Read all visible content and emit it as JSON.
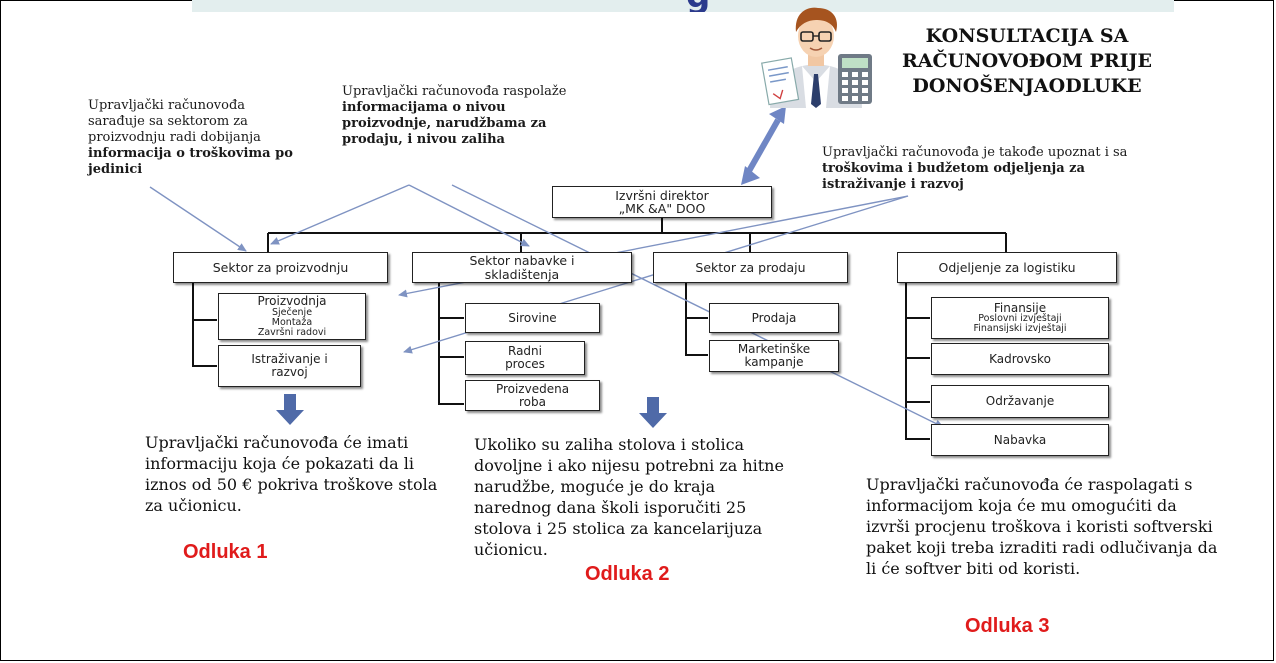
{
  "banner": {
    "glyph": "g"
  },
  "heading": {
    "lines": [
      "KONSULTACIJA SA",
      "RAČUNOVOĐOM PRIJE",
      "DONOŠENJAODLUKE"
    ]
  },
  "notes": {
    "note1": {
      "pre": "Upravljački računovođa sarađuje sa sektorom za proizvodnju radi dobijanja ",
      "bold": "informacija o troškovima po jedinici"
    },
    "note2": {
      "pre": "Upravljački računovođa raspolaže ",
      "bold": "informacijama o nivou proizvodnje, narudžbama za prodaju, i nivou zaliha"
    },
    "note3": {
      "pre": "Upravljački računovođa je takođe upoznat i sa ",
      "bold": "troškovima i budžetom odjeljenja za istraživanje i razvoj"
    }
  },
  "org": {
    "director": {
      "line1": "Izvršni direktor",
      "line2": "„MK &A\" DOO"
    },
    "sectors": {
      "proizvodnja": {
        "label": "Sektor za proizvodnju",
        "proizvodnja": {
          "title": "Proizvodnja",
          "sub": [
            "Sječenje",
            "Montaža",
            "Završni radovi"
          ]
        },
        "istrazivanje": {
          "line1": "Istraživanje i",
          "line2": "razvoj"
        }
      },
      "nabavka": {
        "line1": "Sektor nabavke i",
        "line2": "skladištenja",
        "sirovine": "Sirovine",
        "radni": {
          "line1": "Radni",
          "line2": "proces"
        },
        "proizvedena": {
          "line1": "Proizvedena",
          "line2": "roba"
        }
      },
      "prodaja": {
        "label": "Sektor za prodaju",
        "prodaja": "Prodaja",
        "marketing": {
          "line1": "Marketinške",
          "line2": "kampanje"
        }
      },
      "logistika": {
        "label": "Odjeljenje za logistiku",
        "finansije": {
          "title": "Finansije",
          "sub": [
            "Poslovni izvještaji",
            "Finansijski izvještaji"
          ]
        },
        "kadrovsko": "Kadrovsko",
        "odrzavanje": "Održavanje",
        "nabavka": "Nabavka"
      }
    }
  },
  "outcomes": {
    "o1": {
      "text": "Upravljački računovođa će imati informaciju koja će pokazati da li iznos od 50 € pokriva troškove stola za učionicu.",
      "decision": "Odluka 1"
    },
    "o2": {
      "text": "Ukoliko su zaliha stolova i stolica dovoljne i ako nijesu potrebni za hitne narudžbe, moguće je do kraja narednog dana školi isporučiti 25 stolova i 25 stolica za kancelarijuza učionicu.",
      "decision": "Odluka 2"
    },
    "o3": {
      "text": "Upravljački računovođa će raspolagati s informacijom koja će mu omogućiti da izvrši procjenu troškova i koristi softverski paket koji treba izraditi radi odlučivanja da li će softver biti od koristi.",
      "decision": "Odluka 3"
    }
  },
  "icons": {
    "accountant": "accountant-with-calculator-icon",
    "down_arrow": "down-arrow-icon"
  },
  "colors": {
    "arrow": "#7f93c2",
    "blue_arrow": "#6f86c4",
    "block_arrow": "#4f6aa8",
    "decision": "#e01b1b",
    "banner": "#e3eeee"
  }
}
